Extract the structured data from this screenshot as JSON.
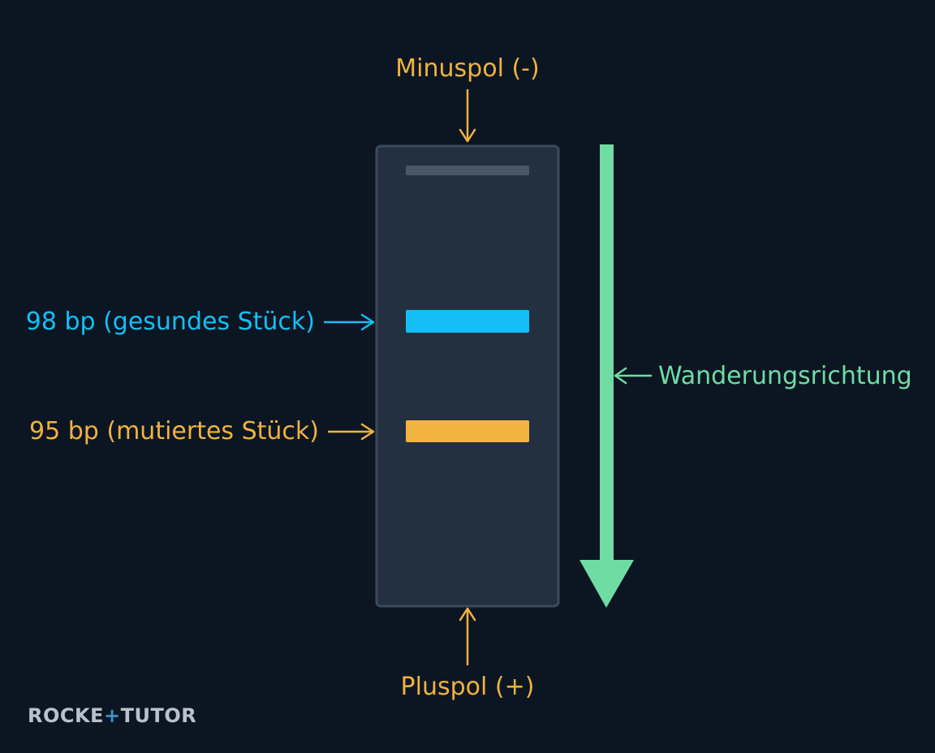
{
  "labels": {
    "minuspol": "Minuspol (-)",
    "pluspol": "Pluspol (+)",
    "band_98": "98 bp (gesundes Stück)",
    "band_95": "95 bp (mutiertes Stück)",
    "direction": "Wanderungsrichtung"
  },
  "logo": {
    "part1": "ROCKE",
    "part2": "+",
    "part3": "TUTOR"
  },
  "colors": {
    "background": "#0c1622",
    "gel": "#22303f",
    "gel_border": "#3b4a5a",
    "well": "#4a5866",
    "band_98": "#14bff7",
    "band_95": "#f2b441",
    "pole_label": "#f0b242",
    "direction": "#6fdca4"
  },
  "icons": {
    "arrow": "arrow-icon",
    "direction_arrow": "big-down-arrow-icon"
  }
}
